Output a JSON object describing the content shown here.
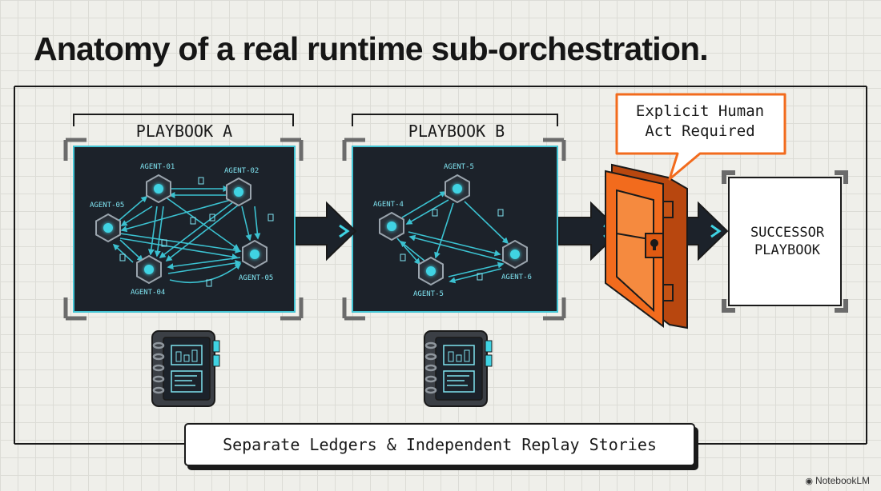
{
  "title": "Anatomy of a real runtime sub-orchestration.",
  "playbook_a": {
    "label": "PLAYBOOK A",
    "agents": [
      "AGENT-01",
      "AGENT-02",
      "AGENT-05",
      "AGENT-04",
      "AGENT-05"
    ]
  },
  "playbook_b": {
    "label": "PLAYBOOK B",
    "agents": [
      "AGENT-5",
      "AGENT-4",
      "AGENT-5",
      "AGENT-6"
    ]
  },
  "callout": {
    "line1": "Explicit Human",
    "line2": "Act Required"
  },
  "successor": {
    "line1": "SUCCESSOR",
    "line2": "PLAYBOOK"
  },
  "ledger_caption": "Separate Ledgers & Independent Replay Stories",
  "brand": "NotebookLM",
  "colors": {
    "panel": "#1c222a",
    "panel_edge": "#43c4d4",
    "cyan": "#3fd3e3",
    "vault": "#f26b1d",
    "ink": "#1a1a1a"
  },
  "icons": [
    "notebook-icon",
    "vault-door-icon",
    "hexagon-agent-icon",
    "arrow-right-icon",
    "notebook-lm-logo-icon"
  ]
}
